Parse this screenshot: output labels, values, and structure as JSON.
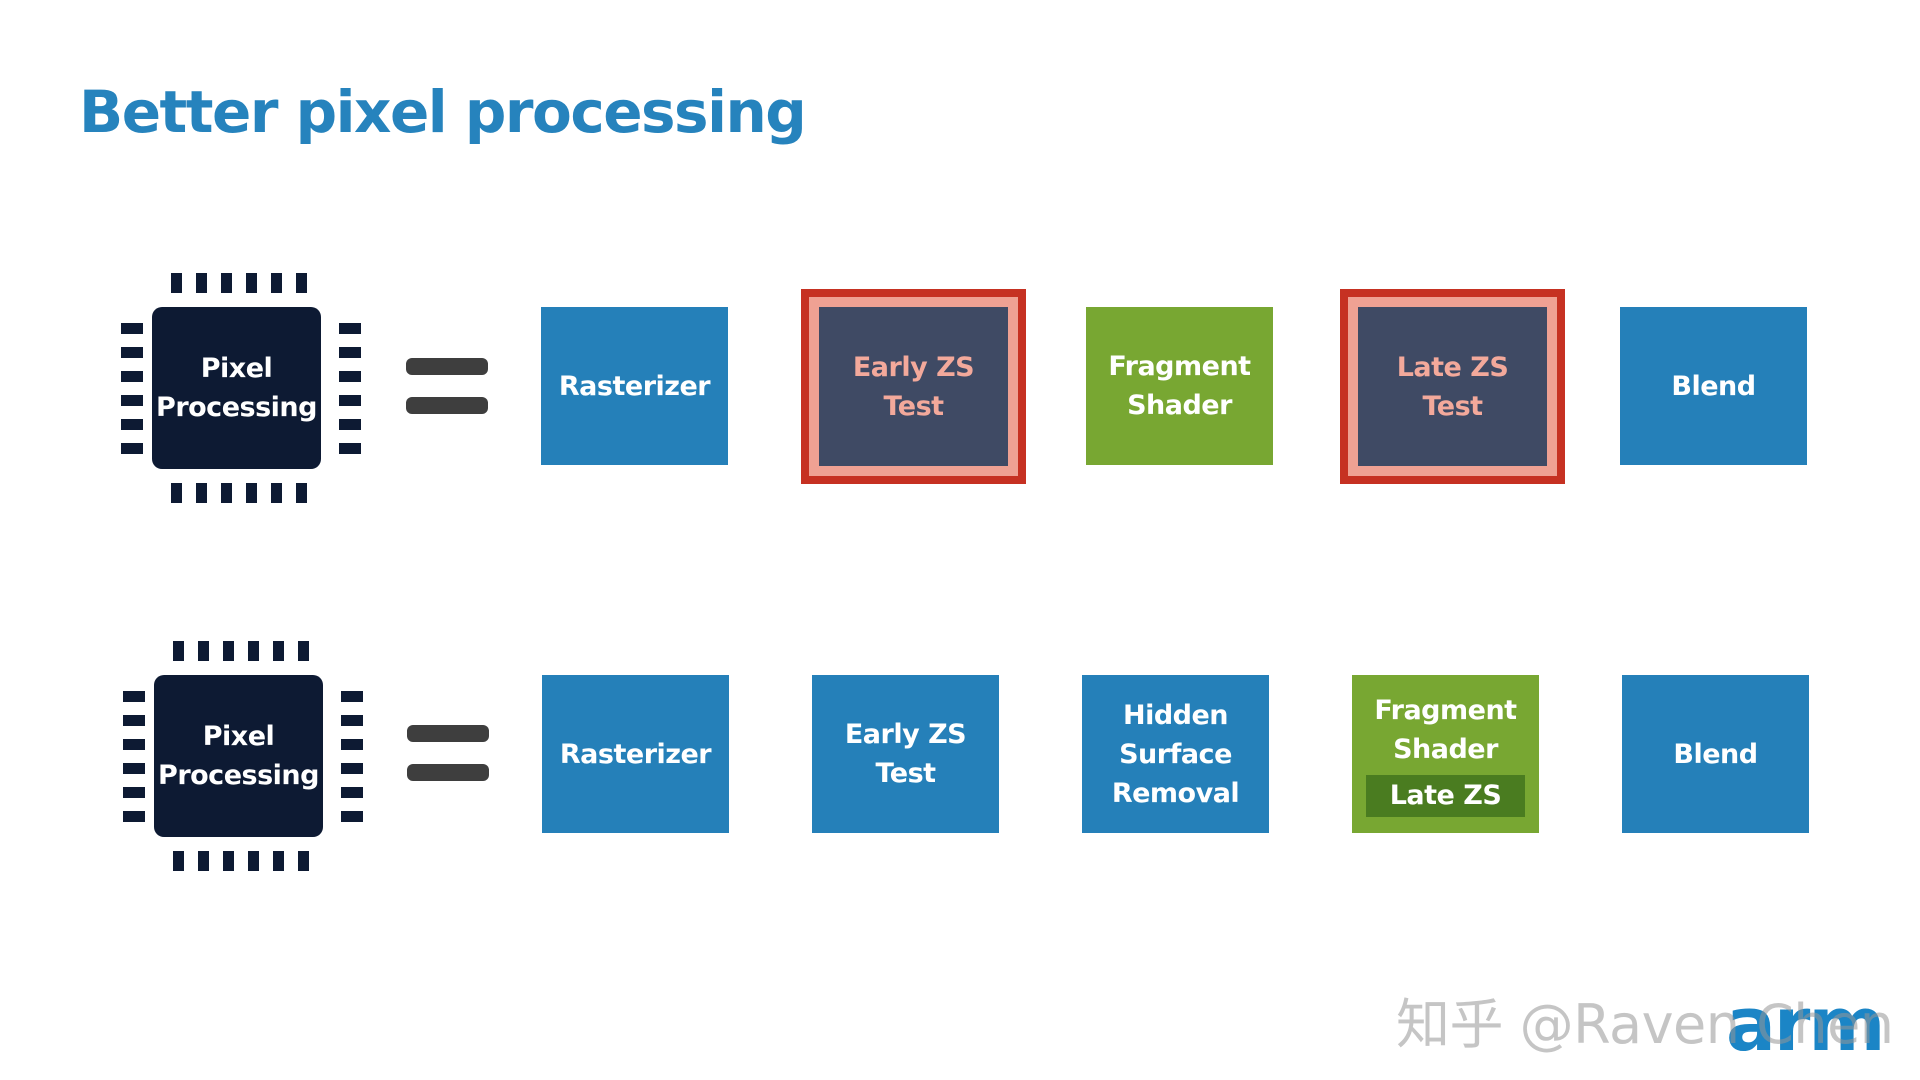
{
  "title": "Better pixel processing",
  "rows": [
    {
      "chip_label": [
        "Pixel",
        "Processing"
      ],
      "stages": [
        {
          "lines": [
            "Rasterizer"
          ],
          "style": "blue"
        },
        {
          "lines": [
            "Early ZS",
            "Test"
          ],
          "style": "rejected"
        },
        {
          "lines": [
            "Fragment",
            "Shader"
          ],
          "style": "green"
        },
        {
          "lines": [
            "Late ZS",
            "Test"
          ],
          "style": "rejected"
        },
        {
          "lines": [
            "Blend"
          ],
          "style": "blue"
        }
      ]
    },
    {
      "chip_label": [
        "Pixel",
        "Processing"
      ],
      "stages": [
        {
          "lines": [
            "Rasterizer"
          ],
          "style": "blue"
        },
        {
          "lines": [
            "Early ZS",
            "Test"
          ],
          "style": "blue"
        },
        {
          "lines": [
            "Hidden",
            "Surface",
            "Removal"
          ],
          "style": "blue"
        },
        {
          "lines": [
            "Fragment",
            "Shader"
          ],
          "sub": "Late ZS",
          "style": "green"
        },
        {
          "lines": [
            "Blend"
          ],
          "style": "blue"
        }
      ]
    }
  ],
  "watermark": "知乎 @Raven Chen",
  "logo": "arm",
  "colors": {
    "title": "#2683bd",
    "stage_blue": "#2580b9",
    "stage_green": "#78a732",
    "stage_rejected_fill": "#3f4a64",
    "stage_rejected_border": "#c63122",
    "stage_rejected_text": "#f3a99b",
    "chip": "#0d1a33",
    "equals": "#3e3e3e",
    "logo": "#1b85c6"
  },
  "icons": {
    "chip": "processor-chip-icon",
    "equals": "equals-sign-icon"
  }
}
